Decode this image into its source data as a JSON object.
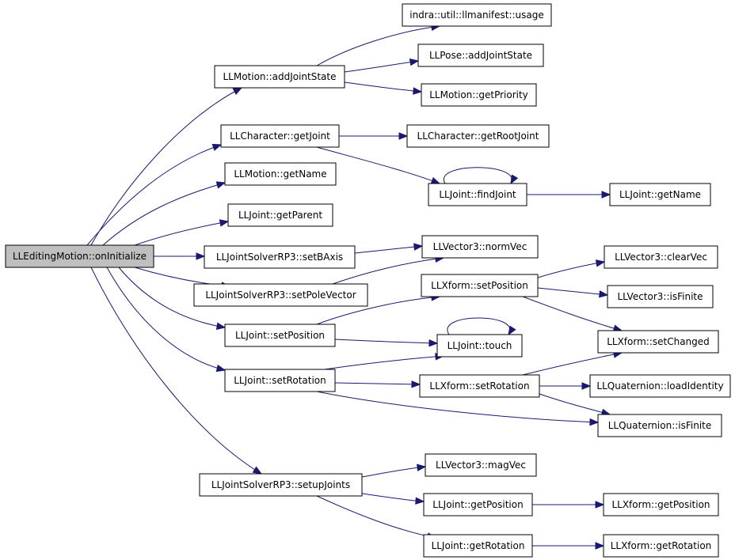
{
  "colors": {
    "node_fill": "#ffffff",
    "root_fill": "#bfbfbf",
    "edge": "#191970",
    "text": "#000000"
  },
  "nodes": {
    "root": "LLEditingMotion::onInitialize",
    "add_joint_state": "LLMotion::addJointState",
    "usage": "indra::util::llmanifest::usage",
    "pose_add_joint_state": "LLPose::addJointState",
    "get_priority": "LLMotion::getPriority",
    "character_get_joint": "LLCharacter::getJoint",
    "character_get_root_joint": "LLCharacter::getRootJoint",
    "motion_get_name": "LLMotion::getName",
    "find_joint": "LLJoint::findJoint",
    "joint_get_name": "LLJoint::getName",
    "joint_get_parent": "LLJoint::getParent",
    "set_b_axis": "LLJointSolverRP3::setBAxis",
    "norm_vec": "LLVector3::normVec",
    "set_pole_vector": "LLJointSolverRP3::setPoleVector",
    "xform_set_position": "LLXform::setPosition",
    "clear_vec": "LLVector3::clearVec",
    "vec_is_finite": "LLVector3::isFinite",
    "joint_set_position": "LLJoint::setPosition",
    "touch": "LLJoint::touch",
    "set_changed": "LLXform::setChanged",
    "joint_set_rotation": "LLJoint::setRotation",
    "xform_set_rotation": "LLXform::setRotation",
    "load_identity": "LLQuaternion::loadIdentity",
    "quat_is_finite": "LLQuaternion::isFinite",
    "setup_joints": "LLJointSolverRP3::setupJoints",
    "mag_vec": "LLVector3::magVec",
    "joint_get_position": "LLJoint::getPosition",
    "xform_get_position": "LLXform::getPosition",
    "joint_get_rotation": "LLJoint::getRotation",
    "xform_get_rotation": "LLXform::getRotation"
  }
}
